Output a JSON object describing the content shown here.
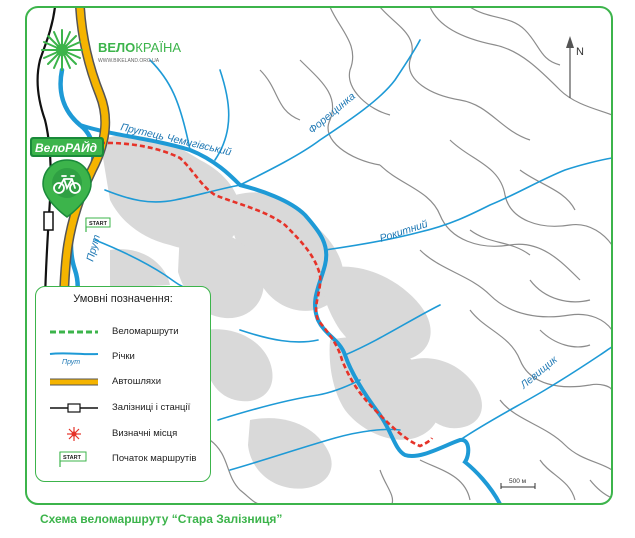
{
  "brand": {
    "name_bold": "ВЕЛО",
    "name_light": "КРАЇНА",
    "url": "WWW.BIKELAND.ORG.UA",
    "route_badge": "ВелоРАЙд"
  },
  "map": {
    "north_label": "N",
    "start_label": "START",
    "scale_label": "500 м",
    "rivers": [
      {
        "label": "Прутець Чемигівський"
      },
      {
        "label": "Форещинка"
      },
      {
        "label": "Рокитний"
      },
      {
        "label": "Прут"
      },
      {
        "label": "Левищик"
      }
    ]
  },
  "legend": {
    "title": "Умовні позначення:",
    "items": [
      {
        "symbol": "route-dashed-green",
        "sample": "",
        "label": "Веломаршрути"
      },
      {
        "symbol": "river-blue",
        "sample": "Прут",
        "label": "Річки"
      },
      {
        "symbol": "road-yellow",
        "sample": "",
        "label": "Автошляхи"
      },
      {
        "symbol": "railway-station",
        "sample": "",
        "label": "Залізниці і станції"
      },
      {
        "symbol": "landmark-star",
        "sample": "",
        "label": "Визначні місця"
      },
      {
        "symbol": "start-flag",
        "sample": "START",
        "label": "Початок маршрутів"
      }
    ]
  },
  "colors": {
    "frame": "#3cb44b",
    "river": "#1e9ad6",
    "road": "#f5b400",
    "route": "#e63329",
    "urban": "#d9d9d9",
    "contour": "#8c8c8c"
  },
  "caption": "Схема веломаршруту “Стара Залізниця”"
}
